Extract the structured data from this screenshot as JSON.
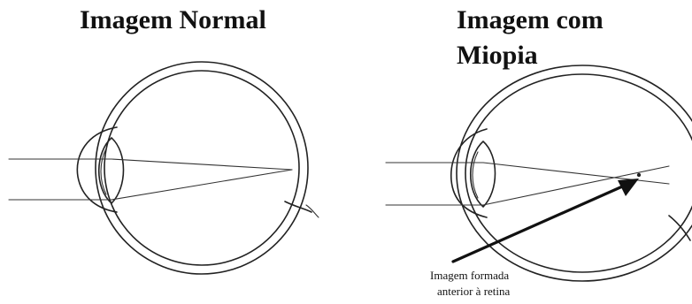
{
  "panels": {
    "normal": {
      "title": "Imagem Normal"
    },
    "myopia": {
      "title_line1": "Imagem com",
      "title_line2": "Miopia",
      "caption_line1": "Imagem formada",
      "caption_line2": "anterior à retina"
    }
  },
  "colors": {
    "ink": "#222222",
    "background": "#ffffff"
  }
}
